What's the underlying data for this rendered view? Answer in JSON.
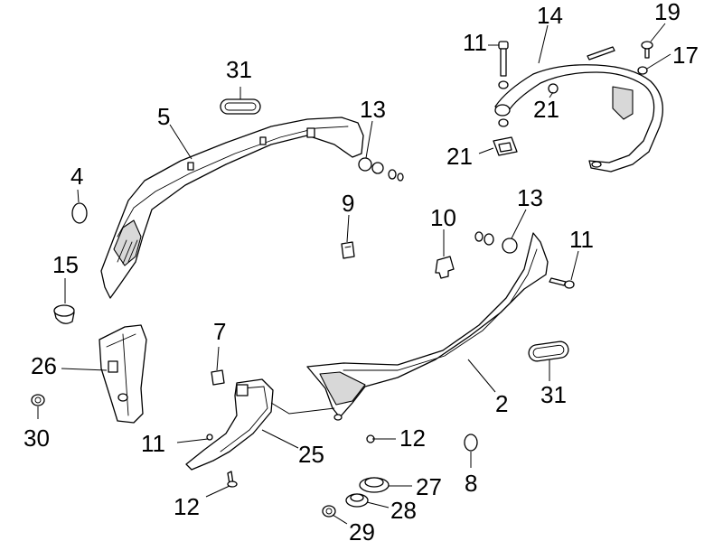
{
  "callouts": {
    "c2": "2",
    "c4": "4",
    "c5": "5",
    "c7": "7",
    "c8": "8",
    "c9": "9",
    "c10": "10",
    "c11_top": "11",
    "c11_right": "11",
    "c11_left": "11",
    "c12_right": "12",
    "c12_left": "12",
    "c13_top": "13",
    "c13_right": "13",
    "c14": "14",
    "c15": "15",
    "c17": "17",
    "c19": "19",
    "c21_top": "21",
    "c21_bottom": "21",
    "c25": "25",
    "c26": "26",
    "c27": "27",
    "c28": "28",
    "c29": "29",
    "c30": "30",
    "c31_top": "31",
    "c31_right": "31"
  }
}
